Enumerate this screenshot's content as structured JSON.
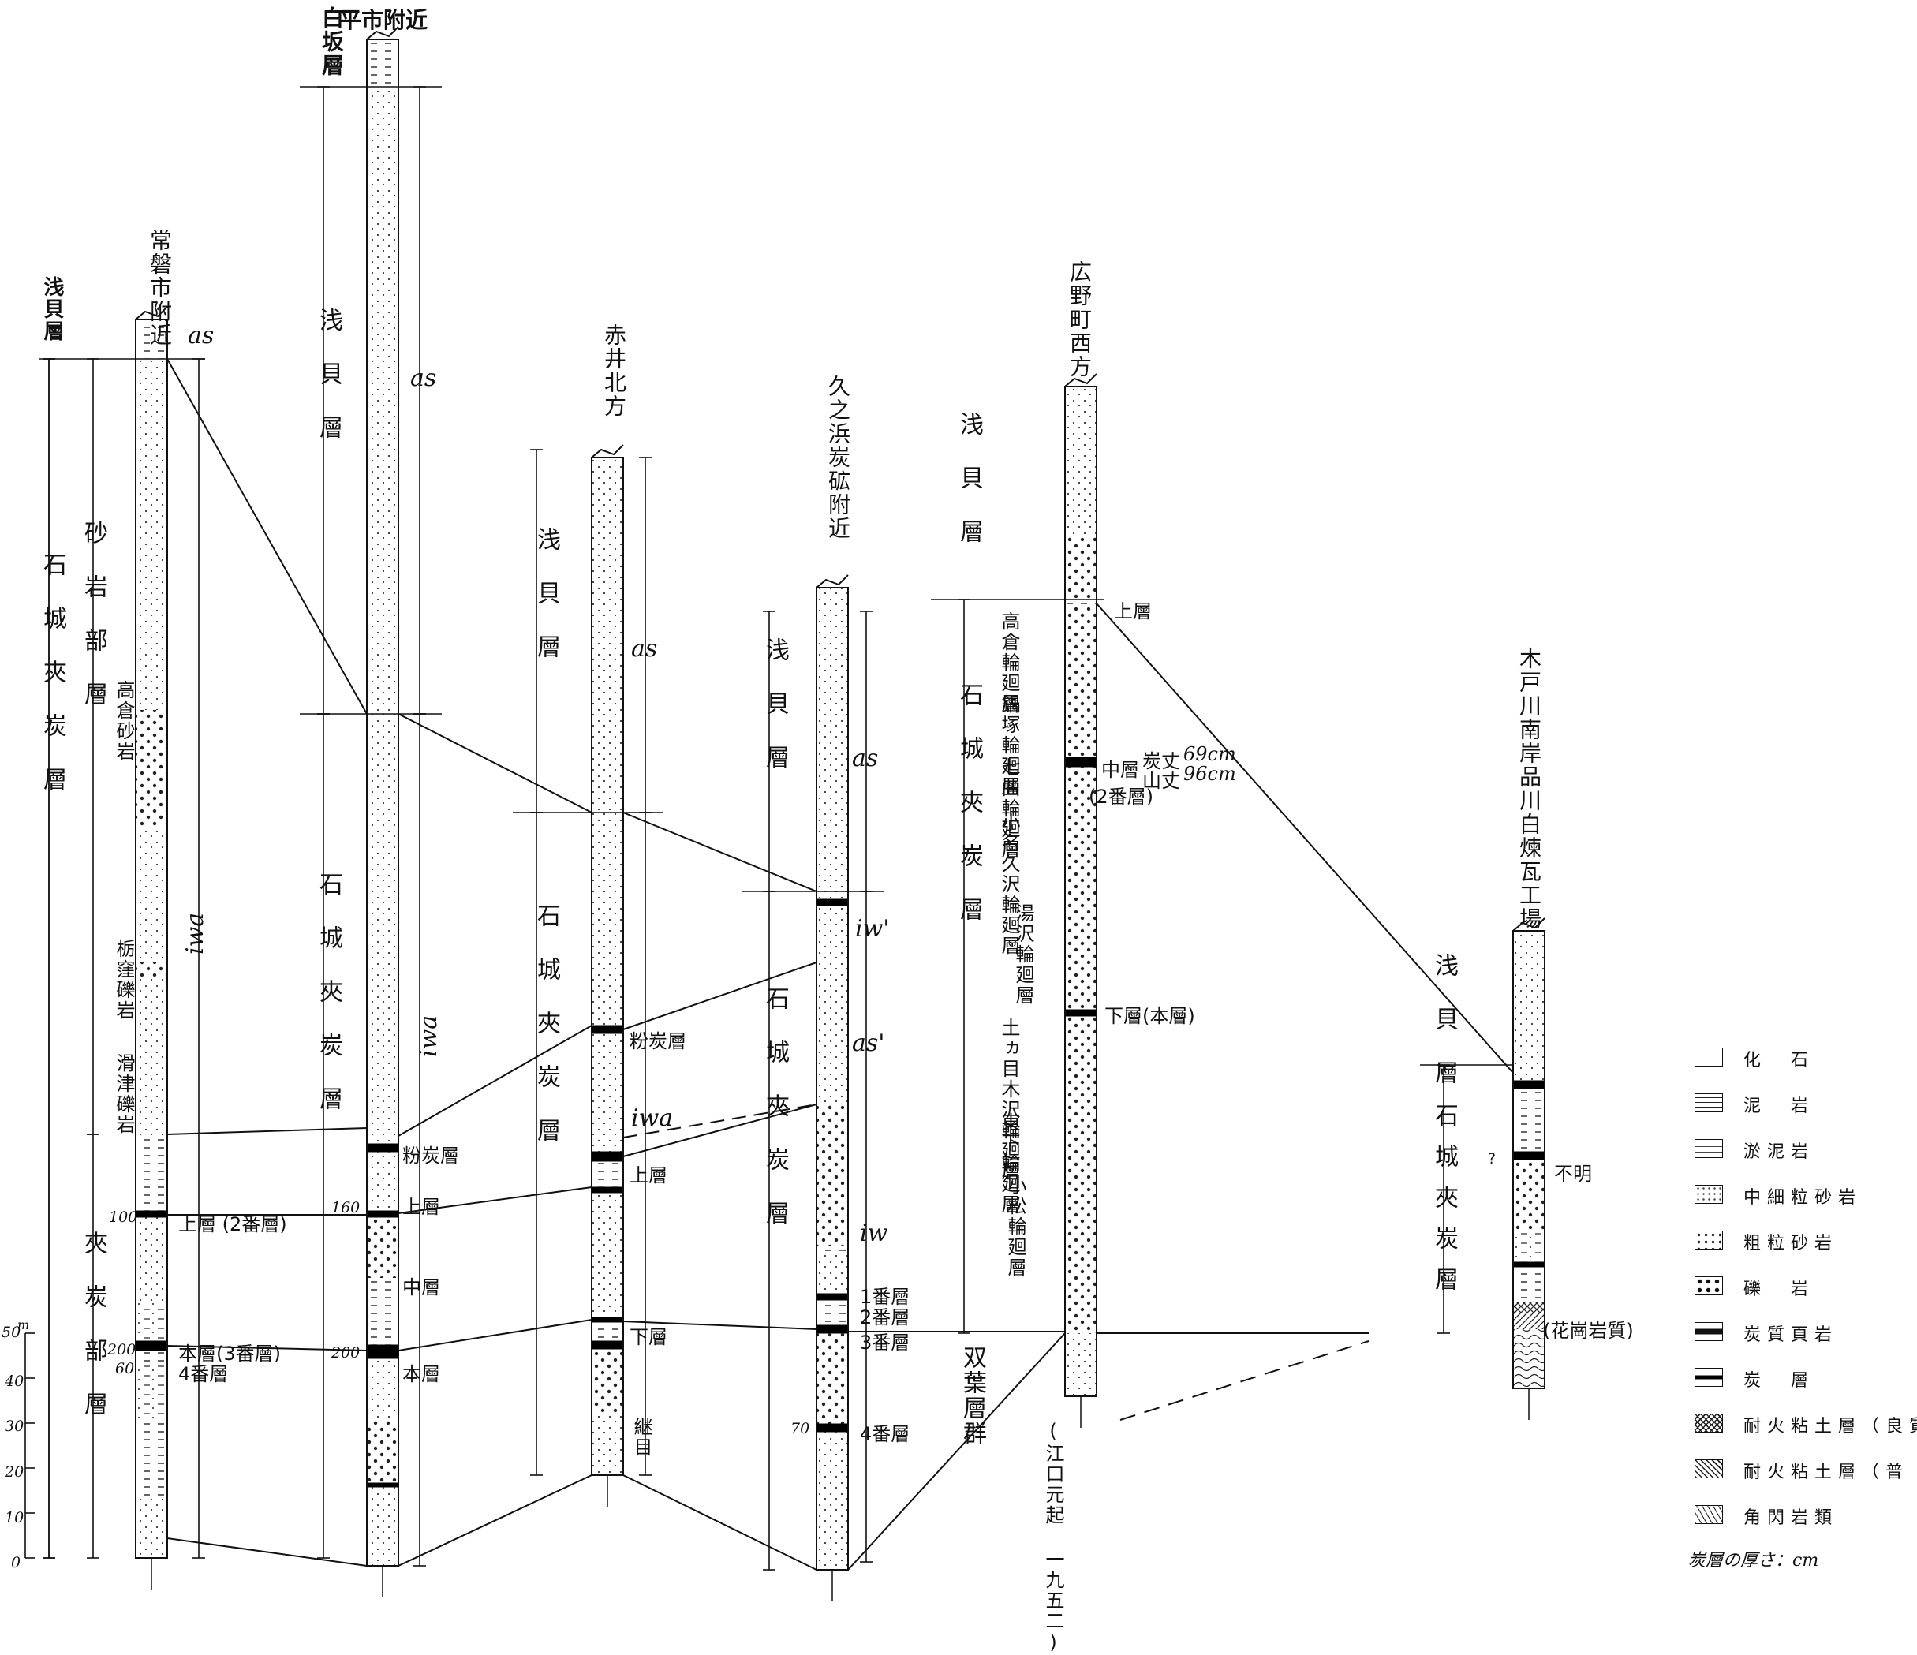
{
  "columns": {
    "tokiwa": {
      "title": "常磐市附近",
      "formation_top": "浅貝層"
    },
    "taira": {
      "title": "平市附近",
      "formation_top": "白坂層"
    },
    "akai": {
      "title": "赤井北方"
    },
    "kunohama": {
      "title": "久之浜炭砿附近"
    },
    "hirono": {
      "title": "広野町西方"
    },
    "kido": {
      "title": "木戸川南岸品川白煉瓦工場"
    }
  },
  "labels": {
    "asagai": "浅貝層",
    "ishiki_kyotan_c1": "石城夾炭層",
    "sagan_bu": "砂岩部層",
    "kyotan_bu": "夾炭部層",
    "takakura_ss": "高倉砂岩",
    "tochikubo": "栃窪礫岩",
    "namezu": "滑津礫岩",
    "as": "as",
    "iwa": "iwa",
    "iw": "iw",
    "iw_prime": "iw'",
    "as_prime": "as'",
    "ue_2ban": "上層 (2番層)",
    "hon_3ban": "本層(3番層)",
    "ban4": "4番層",
    "n100": "100",
    "n200": "200",
    "n60": "60",
    "n160": "160",
    "n200b": "200",
    "n70": "70",
    "funtan": "粉炭層",
    "ue": "上層",
    "naka": "中層",
    "hon": "本層",
    "funtan_akai": "粉炭層",
    "ue_akai": "上層",
    "shita_akai": "下層",
    "tsugime": "継目",
    "ban1": "1番層",
    "ban2": "2番層",
    "ban3": "3番層",
    "ban4b": "4番層",
    "hirono_ue": "上層",
    "hirono_naka": "中層",
    "hirono_2ban": "(2番層)",
    "tanjo": "炭丈",
    "tanjo_val": "69cm",
    "sanjo": "山丈",
    "sanjo_val": "96cm",
    "hirono_shita": "下層(本層)",
    "futaba": "双葉層群",
    "eguchi": "(江口元起 一九五二)",
    "fumei": "不明",
    "q": "?",
    "kakou": "(花崗岩質)",
    "rinne_takakura": "高倉輪廻層",
    "rinne_nabezuka": "鍋塚輪廻層",
    "rinne_nanamagari": "七曲輪廻層",
    "rinne_konakusawa": "小名久沢輪廻層",
    "rinne_yuzawa": "湯沢輪廻層",
    "rinne_tsuchigame": "土ヵ目木沢輪廻層",
    "rinne_higashishita": "東下輪廻層",
    "rinne_komatsu": "小松輪廻層",
    "ishiki_h": "石城夾炭層"
  },
  "scale": {
    "unit": "m",
    "ticks": [
      "0",
      "10",
      "20",
      "30",
      "40",
      "50"
    ]
  },
  "legend": {
    "items": [
      {
        "label": "化　石"
      },
      {
        "label": "泥　岩"
      },
      {
        "label": "淤泥岩"
      },
      {
        "label": "中細粒砂岩"
      },
      {
        "label": "粗粒砂岩"
      },
      {
        "label": "礫　岩"
      },
      {
        "label": "炭質頁岩"
      },
      {
        "label": "炭　層"
      },
      {
        "label": "耐火粘土層（良質部）"
      },
      {
        "label": "耐火粘土層（普　通）"
      },
      {
        "label": "角閃岩類"
      }
    ],
    "note": "炭層の厚さ：cm"
  }
}
